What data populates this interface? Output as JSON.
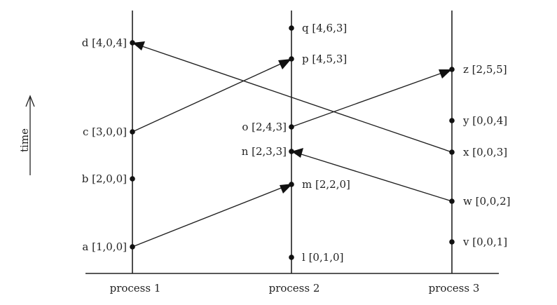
{
  "time_label": "time",
  "processes": [
    {
      "id": "p1",
      "label": "process 1"
    },
    {
      "id": "p2",
      "label": "process 2"
    },
    {
      "id": "p3",
      "label": "process 3"
    }
  ],
  "events": [
    {
      "id": "a",
      "process": "p1",
      "label": "a [1,0,0]"
    },
    {
      "id": "b",
      "process": "p1",
      "label": "b [2,0,0]"
    },
    {
      "id": "c",
      "process": "p1",
      "label": "c [3,0,0]"
    },
    {
      "id": "d",
      "process": "p1",
      "label": "d [4,0,4]"
    },
    {
      "id": "l",
      "process": "p2",
      "label": "l [0,1,0]"
    },
    {
      "id": "m",
      "process": "p2",
      "label": "m [2,2,0]"
    },
    {
      "id": "n",
      "process": "p2",
      "label": "n [2,3,3]"
    },
    {
      "id": "o",
      "process": "p2",
      "label": "o [2,4,3]"
    },
    {
      "id": "p",
      "process": "p2",
      "label": "p [4,5,3]"
    },
    {
      "id": "q",
      "process": "p2",
      "label": "q [4,6,3]"
    },
    {
      "id": "v",
      "process": "p3",
      "label": "v [0,0,1]"
    },
    {
      "id": "w",
      "process": "p3",
      "label": "w [0,0,2]"
    },
    {
      "id": "x",
      "process": "p3",
      "label": "x [0,0,3]"
    },
    {
      "id": "y",
      "process": "p3",
      "label": "y [0,0,4]"
    },
    {
      "id": "z",
      "process": "p3",
      "label": "z [2,5,5]"
    }
  ],
  "messages": [
    {
      "from": "a",
      "to": "m"
    },
    {
      "from": "c",
      "to": "p"
    },
    {
      "from": "o",
      "to": "z"
    },
    {
      "from": "w",
      "to": "n"
    },
    {
      "from": "x",
      "to": "d"
    }
  ]
}
